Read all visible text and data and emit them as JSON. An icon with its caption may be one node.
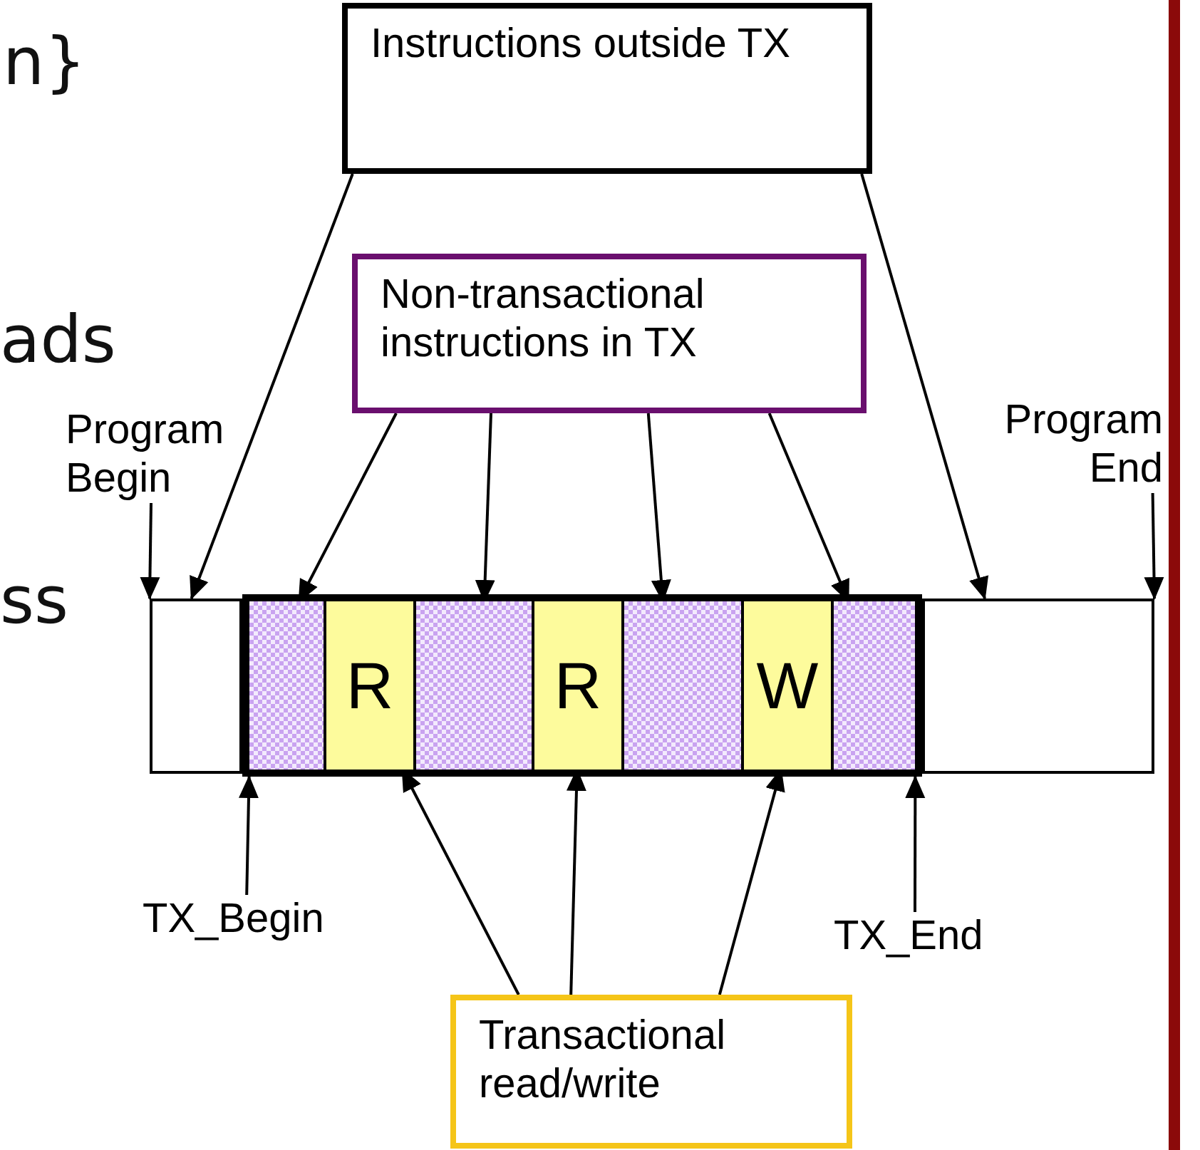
{
  "diagram": {
    "nodes": [
      {
        "text": [
          "Instructions outside TX"
        ]
      },
      {
        "text": [
          "Non-transactional instructions in TX"
        ]
      },
      {
        "text": [
          "Program Begin"
        ]
      },
      {
        "text": [
          "Program End"
        ]
      },
      {
        "text": [],
        "shape": "box"
      },
      {
        "text": [],
        "shape": "box"
      },
      {
        "text": [],
        "shape": "box",
        "in": 5
      },
      {
        "text": [
          "R"
        ],
        "in": 5
      },
      {
        "text": [],
        "shape": "box",
        "in": 5
      },
      {
        "text": [
          "R"
        ],
        "in": 5
      },
      {
        "text": [],
        "shape": "box",
        "in": 5
      },
      {
        "text": [
          "W"
        ],
        "in": 5
      },
      {
        "text": [],
        "shape": "box",
        "in": 5
      },
      {
        "text": [],
        "shape": "box"
      },
      {
        "text": [
          "TX_Begin"
        ]
      },
      {
        "text": [
          "TX_End"
        ]
      },
      {
        "text": [
          "Transactional read/write"
        ]
      }
    ],
    "edges": [
      {
        "from": 0,
        "to": 4,
        "arrow": "to"
      },
      {
        "from": 0,
        "to": 13,
        "arrow": "to"
      },
      {
        "from": 1,
        "to": 6,
        "arrow": "to"
      },
      {
        "from": 1,
        "to": 8,
        "arrow": "to"
      },
      {
        "from": 1,
        "to": 10,
        "arrow": "to"
      },
      {
        "from": 1,
        "to": 12,
        "arrow": "to"
      },
      {
        "from": 2,
        "to": 4,
        "arrow": "to"
      },
      {
        "from": 3,
        "to": 13,
        "arrow": "to"
      },
      {
        "from": 14,
        "to": 5,
        "arrow": "to"
      },
      {
        "from": 15,
        "to": 5,
        "arrow": "to"
      },
      {
        "from": 16,
        "to": 7,
        "arrow": "to"
      },
      {
        "from": 16,
        "to": 9,
        "arrow": "to"
      },
      {
        "from": 16,
        "to": 11,
        "arrow": "to"
      }
    ],
    "labels": [
      "n}",
      "ads",
      "ss"
    ]
  }
}
